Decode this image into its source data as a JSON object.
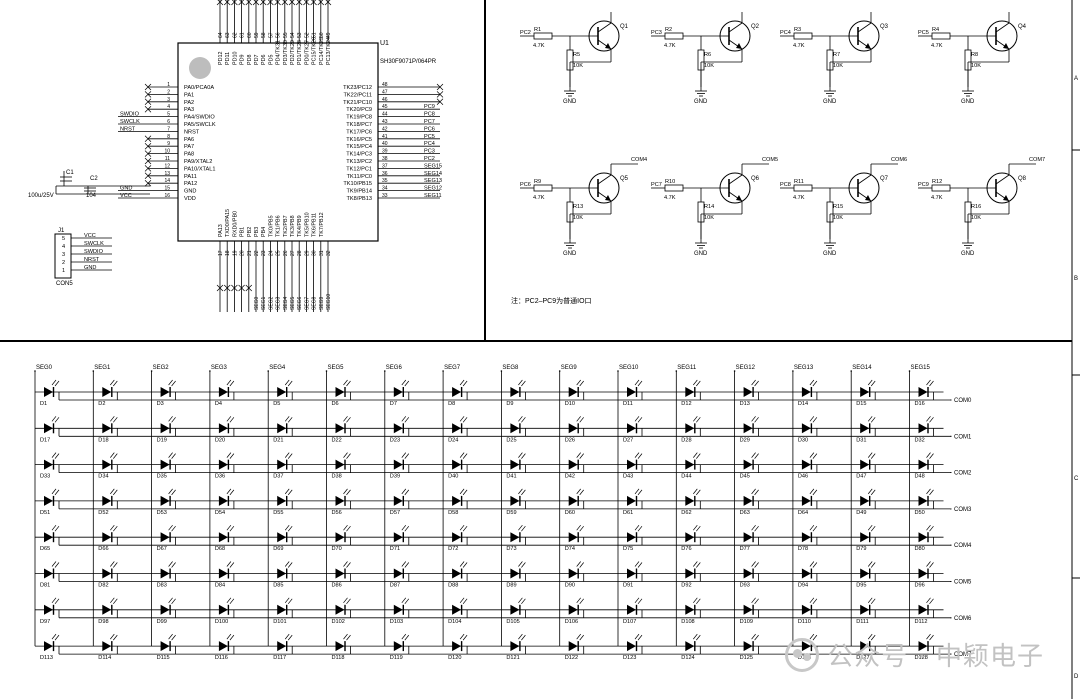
{
  "mcu": {
    "ref": "U1",
    "part": "SH30F9071P/064PR",
    "left_pins": [
      {
        "num": "1",
        "name": "PA0/PCA0A"
      },
      {
        "num": "2",
        "name": "PA1"
      },
      {
        "num": "3",
        "name": "PA2"
      },
      {
        "num": "4",
        "name": "PA3"
      },
      {
        "num": "5",
        "name": "PA4/SWDIO"
      },
      {
        "num": "6",
        "name": "PA5/SWCLK"
      },
      {
        "num": "7",
        "name": "NRST"
      },
      {
        "num": "8",
        "name": "PA6"
      },
      {
        "num": "9",
        "name": "PA7"
      },
      {
        "num": "10",
        "name": "PA8"
      },
      {
        "num": "11",
        "name": "PA9/XTAL2"
      },
      {
        "num": "12",
        "name": "PA10/XTAL1"
      },
      {
        "num": "13",
        "name": "PA11"
      },
      {
        "num": "14",
        "name": "PA12"
      },
      {
        "num": "15",
        "name": "GND"
      },
      {
        "num": "16",
        "name": "VDD"
      }
    ],
    "left_nets": [
      "",
      "",
      "",
      "",
      "SWDIO",
      "SWCLK",
      "NRST",
      "",
      "",
      "",
      "",
      "",
      "",
      "",
      "GND",
      "VCC"
    ],
    "right_pins": [
      {
        "num": "48",
        "name": "TK23/PC12"
      },
      {
        "num": "47",
        "name": "TK22/PC11"
      },
      {
        "num": "46",
        "name": "TK21/PC10"
      },
      {
        "num": "45",
        "name": "TK20/PC9"
      },
      {
        "num": "44",
        "name": "TK19/PC8"
      },
      {
        "num": "43",
        "name": "TK18/PC7"
      },
      {
        "num": "42",
        "name": "TK17/PC6"
      },
      {
        "num": "41",
        "name": "TK16/PC5"
      },
      {
        "num": "40",
        "name": "TK15/PC4"
      },
      {
        "num": "39",
        "name": "TK14/PC3"
      },
      {
        "num": "38",
        "name": "TK13/PC2"
      },
      {
        "num": "37",
        "name": "TK12/PC1"
      },
      {
        "num": "36",
        "name": "TK11/PC0"
      },
      {
        "num": "35",
        "name": "TK10/PB15"
      },
      {
        "num": "34",
        "name": "TK9/PB14"
      },
      {
        "num": "33",
        "name": "TK8/PB13"
      }
    ],
    "right_nets": [
      "",
      "",
      "",
      "PC9",
      "PC8",
      "PC7",
      "PC6",
      "PC5",
      "PC4",
      "PC3",
      "PC2",
      "SEG15",
      "SEG14",
      "SEG13",
      "SEG12",
      "SEG11"
    ],
    "top_pins": [
      {
        "num": "64",
        "name": "PD12"
      },
      {
        "num": "63",
        "name": "PD11"
      },
      {
        "num": "62",
        "name": "PD10"
      },
      {
        "num": "61",
        "name": "PD9"
      },
      {
        "num": "60",
        "name": "PD8"
      },
      {
        "num": "59",
        "name": "PD7"
      },
      {
        "num": "58",
        "name": "PD6"
      },
      {
        "num": "57",
        "name": "PD5"
      },
      {
        "num": "56",
        "name": "PD4/TK31"
      },
      {
        "num": "55",
        "name": "PD3/TK30"
      },
      {
        "num": "54",
        "name": "PD2/TK29"
      },
      {
        "num": "53",
        "name": "PD1/TK28"
      },
      {
        "num": "52",
        "name": "PD0/TK27"
      },
      {
        "num": "51",
        "name": "PC15/TK26"
      },
      {
        "num": "50",
        "name": "PC14/TK25"
      },
      {
        "num": "49",
        "name": "PC13/TK24"
      }
    ],
    "bottom_pins": [
      {
        "num": "17",
        "name": "PA13"
      },
      {
        "num": "18",
        "name": "TXD0/PA15"
      },
      {
        "num": "19",
        "name": "RXD0/PB0"
      },
      {
        "num": "20",
        "name": "PB1"
      },
      {
        "num": "21",
        "name": "PB2"
      },
      {
        "num": "22",
        "name": "PB3"
      },
      {
        "num": "23",
        "name": "PB4"
      },
      {
        "num": "24",
        "name": "TK0/PB5"
      },
      {
        "num": "25",
        "name": "TK1/PB6"
      },
      {
        "num": "26",
        "name": "TK2/PB7"
      },
      {
        "num": "27",
        "name": "TK3/PB8"
      },
      {
        "num": "28",
        "name": "TK4/PB9"
      },
      {
        "num": "29",
        "name": "TK5/PB10"
      },
      {
        "num": "30",
        "name": "TK6/PB11"
      },
      {
        "num": "31",
        "name": "TK7/PB12"
      },
      {
        "num": "32",
        "name": ""
      }
    ],
    "bottom_nets": [
      "",
      "",
      "",
      "",
      "",
      "SEG0",
      "SEG1",
      "SEG2",
      "SEG3",
      "SEG4",
      "SEG5",
      "SEG6",
      "SEG7",
      "SEG8",
      "SEG9",
      "SEG10"
    ]
  },
  "caps": {
    "c1_ref": "C1",
    "c1_value": "100u/25V",
    "c2_ref": "C2",
    "c2_value": "104"
  },
  "connector": {
    "ref": "J1",
    "name": "CON5",
    "pins": [
      {
        "num": "5",
        "net": "VCC"
      },
      {
        "num": "4",
        "net": "SWCLK"
      },
      {
        "num": "3",
        "net": "SWDIO"
      },
      {
        "num": "2",
        "net": "NRST"
      },
      {
        "num": "1",
        "net": "GND"
      }
    ]
  },
  "drivers": [
    {
      "q": "Q1",
      "rb": "R1",
      "rb_val": "4.7K",
      "rp": "R5",
      "rp_val": "10K",
      "net": "PC2",
      "out": "",
      "gnd": "GND"
    },
    {
      "q": "Q2",
      "rb": "R2",
      "rb_val": "4.7K",
      "rp": "R6",
      "rp_val": "10K",
      "net": "PC3",
      "out": "",
      "gnd": "GND"
    },
    {
      "q": "Q3",
      "rb": "R3",
      "rb_val": "4.7K",
      "rp": "R7",
      "rp_val": "10K",
      "net": "PC4",
      "out": "",
      "gnd": "GND"
    },
    {
      "q": "Q4",
      "rb": "R4",
      "rb_val": "4.7K",
      "rp": "R8",
      "rp_val": "10K",
      "net": "PC5",
      "out": "",
      "gnd": "GND"
    },
    {
      "q": "Q5",
      "rb": "R9",
      "rb_val": "4.7K",
      "rp": "R13",
      "rp_val": "10K",
      "net": "PC6",
      "out": "COM4",
      "gnd": "GND"
    },
    {
      "q": "Q6",
      "rb": "R10",
      "rb_val": "4.7K",
      "rp": "R14",
      "rp_val": "10K",
      "net": "PC7",
      "out": "COM5",
      "gnd": "GND"
    },
    {
      "q": "Q7",
      "rb": "R11",
      "rb_val": "4.7K",
      "rp": "R15",
      "rp_val": "10K",
      "net": "PC8",
      "out": "COM6",
      "gnd": "GND"
    },
    {
      "q": "Q8",
      "rb": "R12",
      "rb_val": "4.7K",
      "rp": "R16",
      "rp_val": "10K",
      "net": "PC9",
      "out": "COM7",
      "gnd": "GND"
    }
  ],
  "note": "注：PC2–PC9为普通IO口",
  "matrix": {
    "seg_labels": [
      "SEG0",
      "SEG1",
      "SEG2",
      "SEG3",
      "SEG4",
      "SEG5",
      "SEG6",
      "SEG7",
      "SEG8",
      "SEG9",
      "SEG10",
      "SEG11",
      "SEG12",
      "SEG13",
      "SEG14",
      "SEG15"
    ],
    "com_labels": [
      "COM0",
      "COM1",
      "COM2",
      "COM3",
      "COM4",
      "COM5",
      "COM6",
      "COM7"
    ],
    "rows": [
      [
        "D1",
        "D2",
        "D3",
        "D4",
        "D5",
        "D6",
        "D7",
        "D8",
        "D9",
        "D10",
        "D11",
        "D12",
        "D13",
        "D14",
        "D15",
        "D16"
      ],
      [
        "D17",
        "D18",
        "D19",
        "D20",
        "D21",
        "D22",
        "D23",
        "D24",
        "D25",
        "D26",
        "D27",
        "D28",
        "D29",
        "D30",
        "D31",
        "D32"
      ],
      [
        "D33",
        "D34",
        "D35",
        "D36",
        "D37",
        "D38",
        "D39",
        "D40",
        "D41",
        "D42",
        "D43",
        "D44",
        "D45",
        "D46",
        "D47",
        "D48"
      ],
      [
        "D51",
        "D52",
        "D53",
        "D54",
        "D55",
        "D56",
        "D57",
        "D58",
        "D59",
        "D60",
        "D61",
        "D62",
        "D63",
        "D64",
        "D49",
        "D50"
      ],
      [
        "D65",
        "D66",
        "D67",
        "D68",
        "D69",
        "D70",
        "D71",
        "D72",
        "D73",
        "D74",
        "D75",
        "D76",
        "D77",
        "D78",
        "D79",
        "D80"
      ],
      [
        "D81",
        "D82",
        "D83",
        "D84",
        "D85",
        "D86",
        "D87",
        "D88",
        "D89",
        "D90",
        "D91",
        "D92",
        "D93",
        "D94",
        "D95",
        "D96"
      ],
      [
        "D97",
        "D98",
        "D99",
        "D100",
        "D101",
        "D102",
        "D103",
        "D104",
        "D105",
        "D106",
        "D107",
        "D108",
        "D109",
        "D110",
        "D111",
        "D112"
      ],
      [
        "D113",
        "D114",
        "D115",
        "D116",
        "D117",
        "D118",
        "D119",
        "D120",
        "D121",
        "D122",
        "D123",
        "D124",
        "D125",
        "D126",
        "D127",
        "D128"
      ]
    ]
  },
  "frame_letters": [
    "A",
    "B",
    "C",
    "D"
  ],
  "watermark": "公众号 · 中颖电子",
  "colors": {
    "ink": "#000000",
    "net": "#1a1a1a"
  }
}
